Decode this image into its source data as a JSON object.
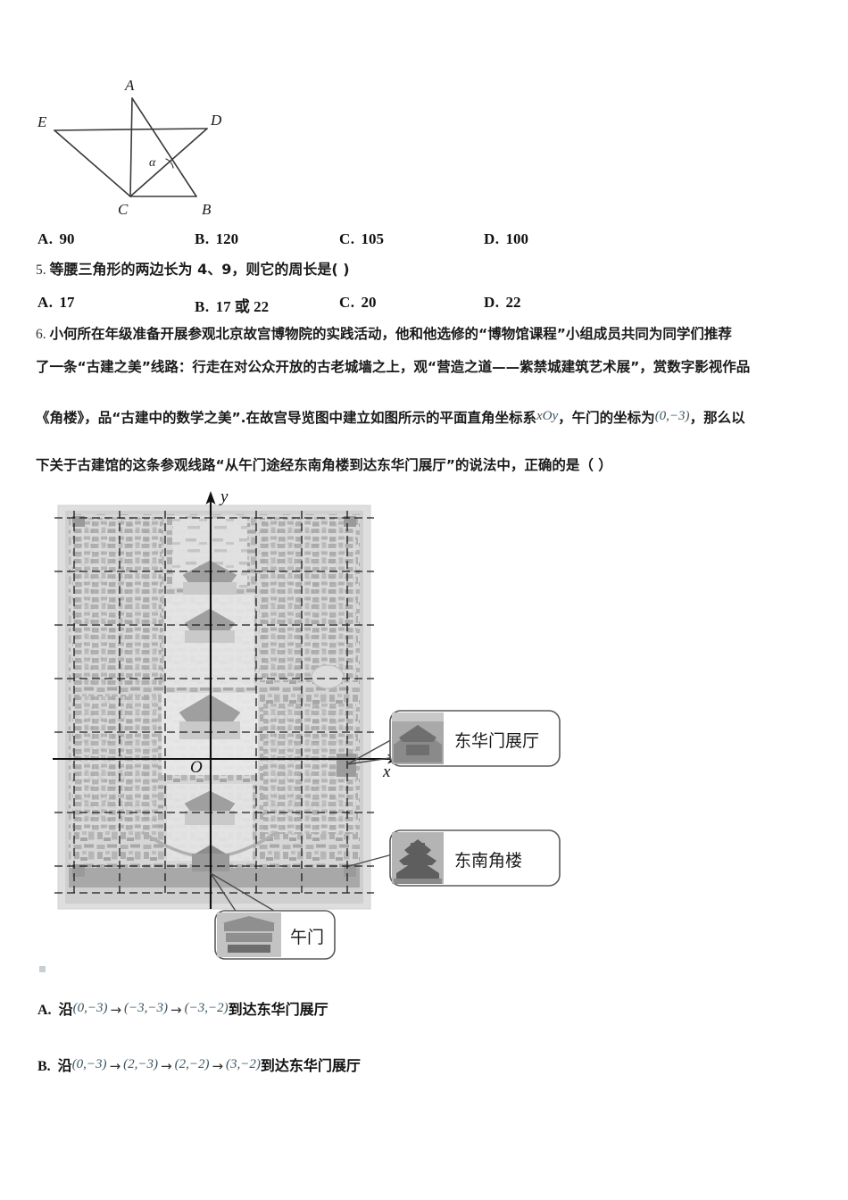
{
  "document": {
    "type": "math-exam-page",
    "language": "zh-CN"
  },
  "q4": {
    "figure": {
      "label_a": "A",
      "label_b": "B",
      "label_c": "C",
      "label_d": "D",
      "label_e": "E",
      "label_alpha": "α"
    },
    "options": [
      {
        "letter": "A.",
        "value": "90"
      },
      {
        "letter": "B.",
        "value": "120"
      },
      {
        "letter": "C.",
        "value": "105"
      },
      {
        "letter": "D.",
        "value": "100"
      }
    ]
  },
  "q5": {
    "number": "5.",
    "text": "等腰三角形的两边长为 4、9，则它的周长是(        )",
    "options": [
      {
        "letter": "A.",
        "value": "17"
      },
      {
        "letter": "B.",
        "value": "17 或 22"
      },
      {
        "letter": "C.",
        "value": "20"
      },
      {
        "letter": "D.",
        "value": "22"
      }
    ]
  },
  "q6": {
    "number": "6.",
    "line1": "小何所在年级准备开展参观北京故宫博物院的实践活动，他和他选修的“博物馆课程”小组成员共同为同学们推荐",
    "line2": "了一条“古建之美”线路：行走在对公众开放的古老城墙之上，观“营造之道——紫禁城建筑艺术展”，赏数字影视作品",
    "line3_pre": "《角楼》，品“古建中的数学之美”.在故宫导览图中建立如图所示的平面直角坐标系",
    "line3_math": "xOy",
    "line3_mid": "，午门的坐标为",
    "line3_coord": "(0,−3)",
    "line3_post": "，那么以",
    "line4": "下关于古建馆的这条参观线路“从午门途经东南角楼到达东华门展厅”的说法中，正确的是（    ）",
    "map": {
      "axis_x_label": "x",
      "axis_y_label": "y",
      "origin_label": "O",
      "callouts": [
        {
          "id": "donghuamen",
          "label": "东华门展厅"
        },
        {
          "id": "dongnanjiaolou",
          "label": "东南角楼"
        },
        {
          "id": "wumen",
          "label": "午门"
        }
      ]
    },
    "answers": [
      {
        "letter": "A.",
        "prefix": "沿",
        "path": [
          "(0,−3)",
          "(−3,−3)",
          "(−3,−2)"
        ],
        "suffix": "到达东华门展厅"
      },
      {
        "letter": "B.",
        "prefix": "沿",
        "path": [
          "(0,−3)",
          "(2,−3)",
          "(2,−2)",
          "(3,−2)"
        ],
        "suffix": "到达东华门展厅"
      }
    ]
  },
  "colors": {
    "ink": "#111111",
    "map_light": "#d9d9d9",
    "map_mid": "#bdbdbd",
    "map_dark": "#9e9e9e",
    "map_border": "#cfcfcf",
    "grid": "#1a1a1a",
    "callout_border": "#5a5a5a"
  }
}
